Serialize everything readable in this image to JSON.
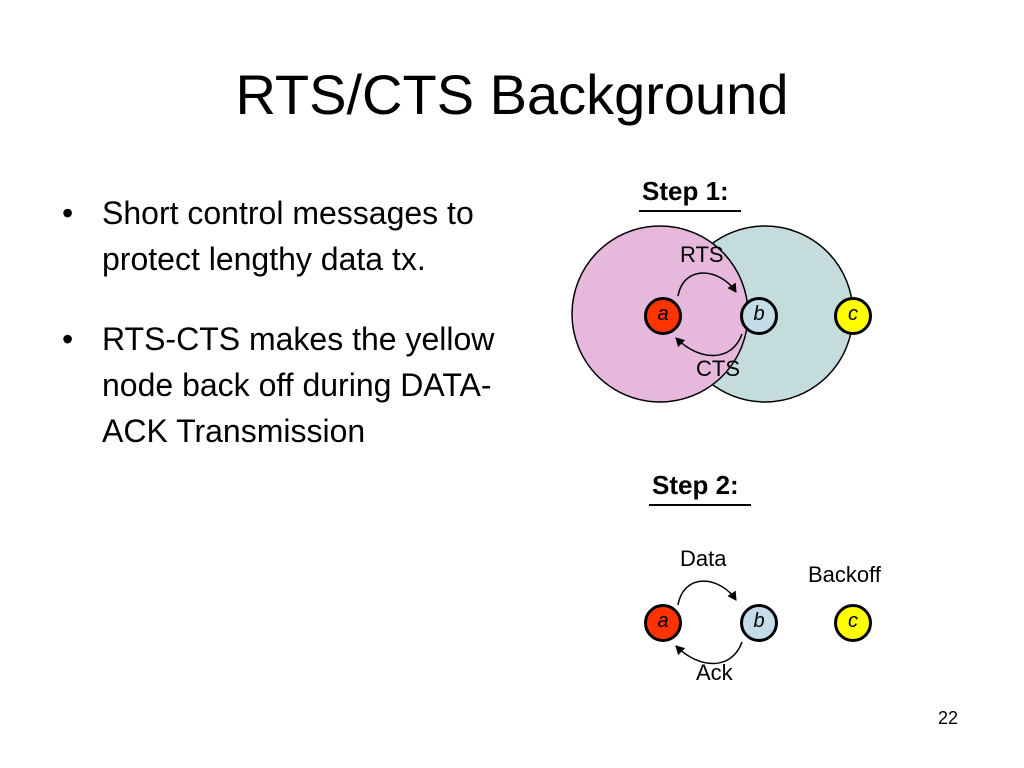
{
  "title": "RTS/CTS Background",
  "bullets": [
    {
      "marker": "•",
      "text": "Short control messages to protect lengthy data tx."
    },
    {
      "marker": "•",
      "text": "RTS-CTS makes the yellow node back off during DATA-ACK Transmission"
    }
  ],
  "step1": {
    "label": "Step 1:",
    "arrow_top": "RTS",
    "arrow_bottom": "CTS",
    "nodes": {
      "a": "a",
      "b": "b",
      "c": "c"
    }
  },
  "step2": {
    "label": "Step 2:",
    "arrow_top": "Data",
    "arrow_bottom": "Ack",
    "backoff": "Backoff",
    "nodes": {
      "a": "a",
      "b": "b",
      "c": "c"
    }
  },
  "page_number": "22",
  "colors": {
    "range_a": "#e6b8dc",
    "range_b": "#c4dcdc",
    "node_a": "#ff3300",
    "node_b": "#c4dce8",
    "node_c": "#ffff00"
  }
}
